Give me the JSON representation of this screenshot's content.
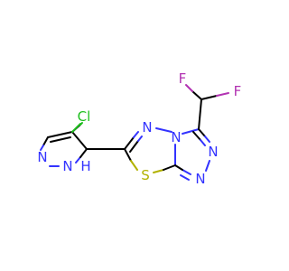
{
  "colors": {
    "carbon": "#000000",
    "nitrogen": "#3333ff",
    "sulfur": "#b2b200",
    "chlorine": "#1fbf1f",
    "fluorine": "#b233b2",
    "background": "#ffffff"
  },
  "atoms": {
    "cl": "Cl",
    "n_pyrazole_1": "N",
    "nh_pyrazole": "N",
    "h_pyrazole": "H",
    "n_thiadiazole": "N",
    "s_thiadiazole": "S",
    "n_bridge": "N",
    "n_triazole_1": "N",
    "n_triazole_2": "N",
    "f_1": "F",
    "f_2": "F"
  }
}
